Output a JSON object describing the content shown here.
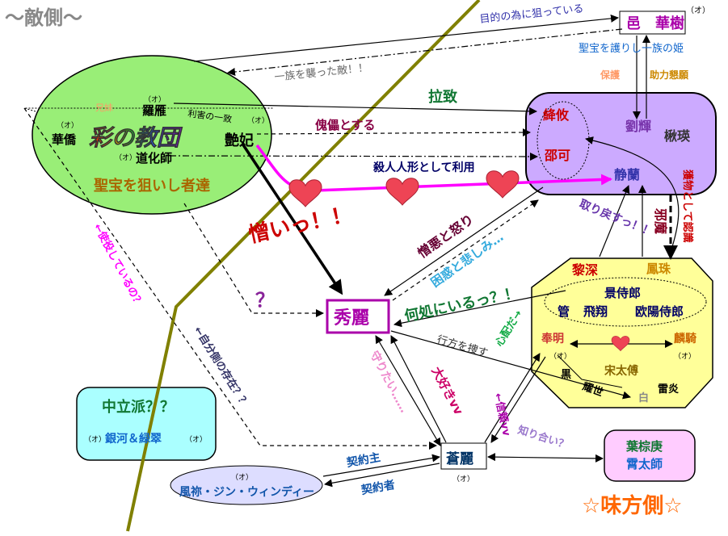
{
  "sides": {
    "enemy": "～敵側～",
    "ally": "☆味方側☆"
  },
  "note_o": "（オ）",
  "nodes": {
    "yuu": {
      "name": "邑　華樹",
      "desc": "聖宝を護りし一族の姫"
    },
    "hogo": "保護",
    "jorikukongan": "助力懇願",
    "kyodan": {
      "logo": "彩の教団",
      "desc": "聖宝を狙いし者達",
      "rarai": "羅雁",
      "kakyo": "華僑",
      "enhi": "艶妃",
      "dokeshi": "道化師",
      "kyodai": "兄妹",
      "rigai": "利害の一致"
    },
    "captive": {
      "kouyu": "絳攸",
      "shouka": "邵可",
      "ryuuki": "劉輝",
      "shuuei": "楸瑛",
      "seiran": "静蘭"
    },
    "group": {
      "reishin": "黎深",
      "houju": "鳳珠",
      "keishirou": "景侍郎",
      "kan": "管",
      "hishou": "飛翔",
      "ouyou": "欧陽侍郎",
      "houmei": "奉明",
      "kinki": "麟騎",
      "soutaifu": "宋太傅",
      "koku": "黒",
      "kousei": "耀世",
      "haku": "白",
      "raien": "雷炎"
    },
    "shuurei": "秀麗",
    "sourei": "蒼麗",
    "neutral": {
      "title": "中立派？？",
      "names": "銀河＆緑翠"
    },
    "fuuki": "風祢・ジン・ウィンディー",
    "you": {
      "n1": "葉棕庚",
      "n2": "霄太師"
    }
  },
  "edges": {
    "mokuteki": "目的の為に狙っている",
    "ichizoku": "一族を襲った敵！！",
    "rachi": "拉致",
    "kairai": "傀儡とする",
    "satsujin": "殺人人形として利用",
    "nikui": "憎いっ！！",
    "hatena": "？",
    "zouo": "憎悪と怒り",
    "tomadoi": "困惑と悲しみ…",
    "torimodosu": "取り戻すっ！！",
    "jama": "邪魔",
    "emono": "獲物として認識",
    "doko": "何処にいるっ？！",
    "yukue": "行方を捜す",
    "shinpai": "心配だ→",
    "mamoritai": "守りたい……",
    "daisuki": "大好きvv",
    "shinrai": "←信頼vv",
    "shiriai": "知り合い？",
    "keiyakunushi": "契約主",
    "keiyakusha": "契約者",
    "shiyoutoshiteiru": "←使役しているの？",
    "jibungawa": "←自分側の存在？？"
  },
  "colors": {
    "olive": "#808000",
    "kyodan_fill": "#99ee77",
    "captive_fill": "#ccaaff",
    "group_fill": "#ffff99",
    "neutral_fill": "#aaffff",
    "you_fill": "#ffccff",
    "fuuki_fill": "#ddddff",
    "magenta": "#ff00ff",
    "dark_red": "#cc0000",
    "heart": "#ee4455"
  }
}
